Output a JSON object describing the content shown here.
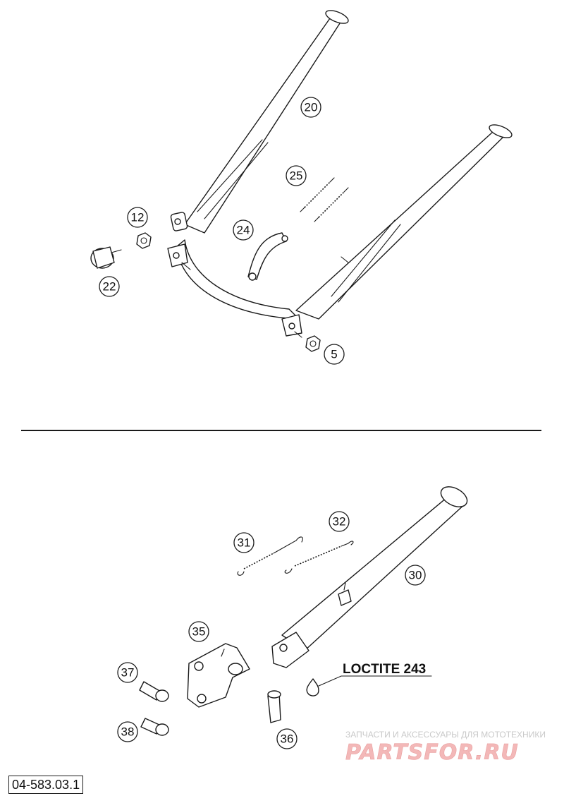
{
  "callouts": {
    "c20": "20",
    "c25": "25",
    "c12": "12",
    "c24": "24",
    "c22": "22",
    "c5": "5",
    "c31": "31",
    "c32": "32",
    "c30": "30",
    "c35": "35",
    "c37": "37",
    "c38": "38",
    "c36": "36"
  },
  "loctite_label": "LOCTITE 243",
  "drawing_code": "04-583.03.1",
  "watermark": {
    "tagline": "ЗАПЧАСТИ И АКСЕССУАРЫ ДЛЯ МОТОТЕХНИКИ",
    "logo": "PARTSFOR.RU"
  },
  "colors": {
    "line": "#1a1a1a",
    "watermark_logo": "#f3b8b8",
    "watermark_text": "#c9c9c9"
  }
}
